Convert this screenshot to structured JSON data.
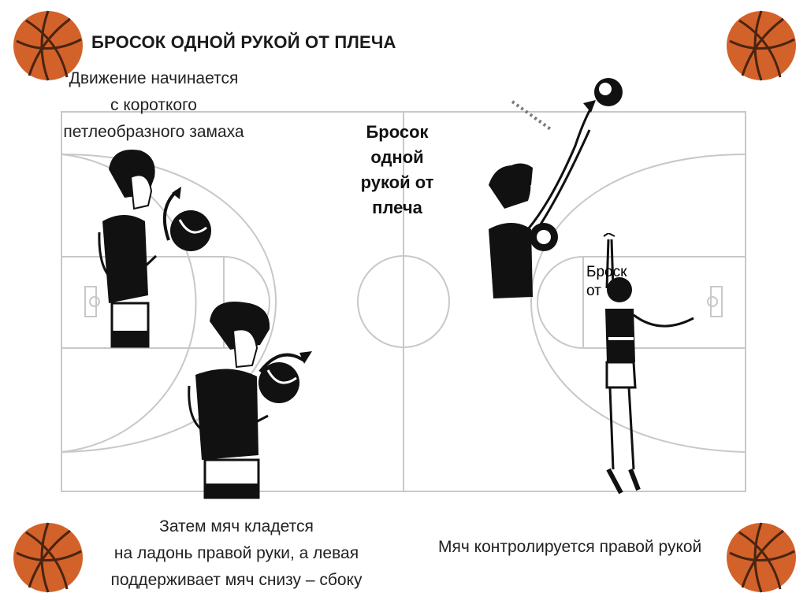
{
  "slide": {
    "title": "БРОСОК ОДНОЙ РУКОЙ ОТ ПЛЕЧА",
    "caption_top_left": [
      "Движение начинается",
      "с короткого",
      "петлеобразного замаха"
    ],
    "caption_center": [
      "Бросок",
      "одной",
      "рукой от",
      "плеча"
    ],
    "caption_bottom_left": [
      "Затем мяч кладется",
      "на ладонь правой руки, а левая",
      "поддерживает  мяч снизу – сбоку"
    ],
    "caption_bottom_right": "Мяч контролируется правой рукой",
    "figure_stamp": [
      "Броск",
      "от"
    ]
  },
  "colors": {
    "ball": "#d2622a",
    "ball_dark": "#a13f12",
    "court_line": "#c8c8c8",
    "text": "#222222"
  },
  "icons": [
    "basketball-icon",
    "arrow-icon"
  ]
}
